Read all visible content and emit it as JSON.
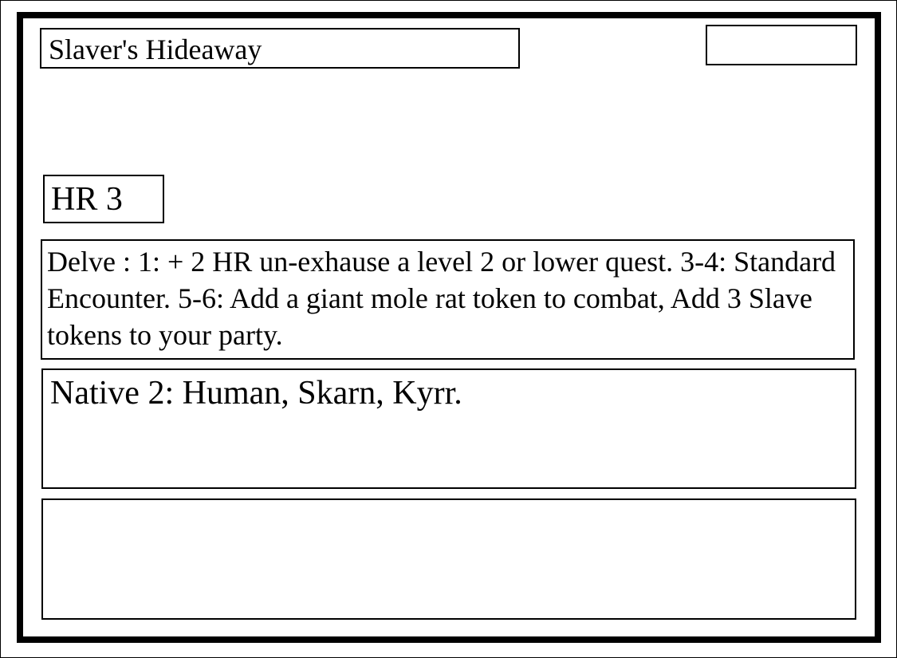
{
  "card": {
    "title": "Slaver's Hideaway",
    "corner_text": "",
    "hr_label": "HR 3",
    "delve_text": "Delve :  1: + 2 HR un-exhause a level 2 or lower quest. 3-4: Standard Encounter. 5-6: Add a giant mole rat token to combat, Add 3 Slave tokens to your party.",
    "native_text": "Native 2: Human, Skarn, Kyrr.",
    "bottom_text": ""
  }
}
